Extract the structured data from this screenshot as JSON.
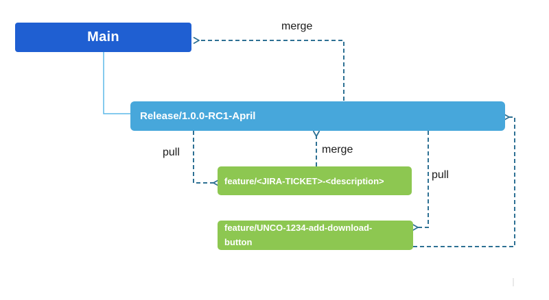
{
  "diagram": {
    "title": "Git branching strategy diagram",
    "nodes": [
      {
        "id": "main",
        "label": "Main",
        "color": "#1F5FD2"
      },
      {
        "id": "release",
        "label": "Release/1.0.0-RC1-April",
        "color": "#47A7DB"
      },
      {
        "id": "feature-template",
        "label": "feature/<JIRA-TICKET>-<description>",
        "color": "#8DC751"
      },
      {
        "id": "feature-example",
        "label": "feature/UNCO-1234-add-download-button",
        "color": "#8DC751"
      }
    ],
    "edge_labels": [
      {
        "id": "merge-release-to-main",
        "label": "merge"
      },
      {
        "id": "pull-release-to-feature-template",
        "label": "pull"
      },
      {
        "id": "merge-feature-template-to-release",
        "label": "merge"
      },
      {
        "id": "pull-release-to-feature-example",
        "label": "pull"
      }
    ],
    "edges": [
      {
        "from": "release",
        "to": "main",
        "type": "merge",
        "style": "dashed"
      },
      {
        "from": "release",
        "to": "feature-template",
        "type": "pull",
        "style": "dashed"
      },
      {
        "from": "feature-template",
        "to": "release",
        "type": "merge",
        "style": "dashed"
      },
      {
        "from": "release",
        "to": "feature-example",
        "type": "pull",
        "style": "dashed"
      },
      {
        "from": "feature-example",
        "to": "release",
        "type": "merge",
        "style": "dashed"
      },
      {
        "from": "main",
        "to": "release",
        "type": "branch",
        "style": "solid"
      }
    ],
    "colors": {
      "main_box": "#1F5FD2",
      "release_box": "#47A7DB",
      "feature_box": "#8DC751",
      "dashed_line": "#2D7093",
      "solid_connector": "#5BB9E9",
      "box_text": "#FFFFFF",
      "label_text": "#1A1A1A",
      "background": "#FFFFFF"
    }
  }
}
